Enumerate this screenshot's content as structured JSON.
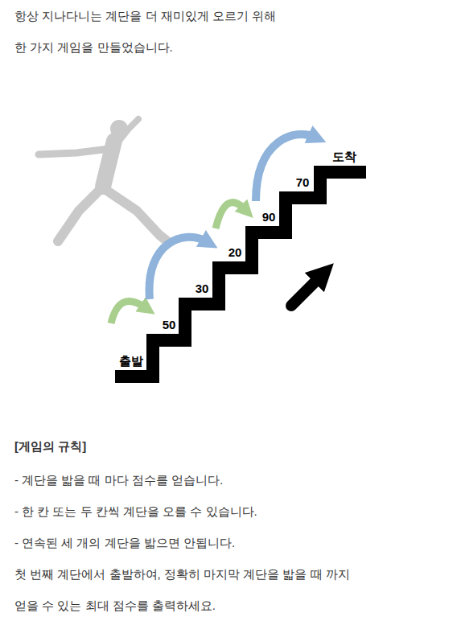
{
  "diagram": {
    "labels": [
      "항상 지나다니는 계단을 더 재미있게 오르기 위해",
      "한 가지 게임을 만들었습니다.",
      "도착",
      "70",
      "90",
      "20",
      "30",
      "50",
      "출발",
      "[게임의 규칙]",
      "- 계단을 밟을 때 마다 점수를 얻습니다.",
      "- 한 칸 또는 두 칸씩 계단을 오를 수 있습니다.",
      "- 연속된 세 개의 계단을 밟으면 안됩니다.",
      "첫 번째 계단에서 출발하여, 정확히 마지막 계단을 밟을 때 까지",
      "얻을 수 있는 최대 점수를 출력하세요."
    ]
  }
}
